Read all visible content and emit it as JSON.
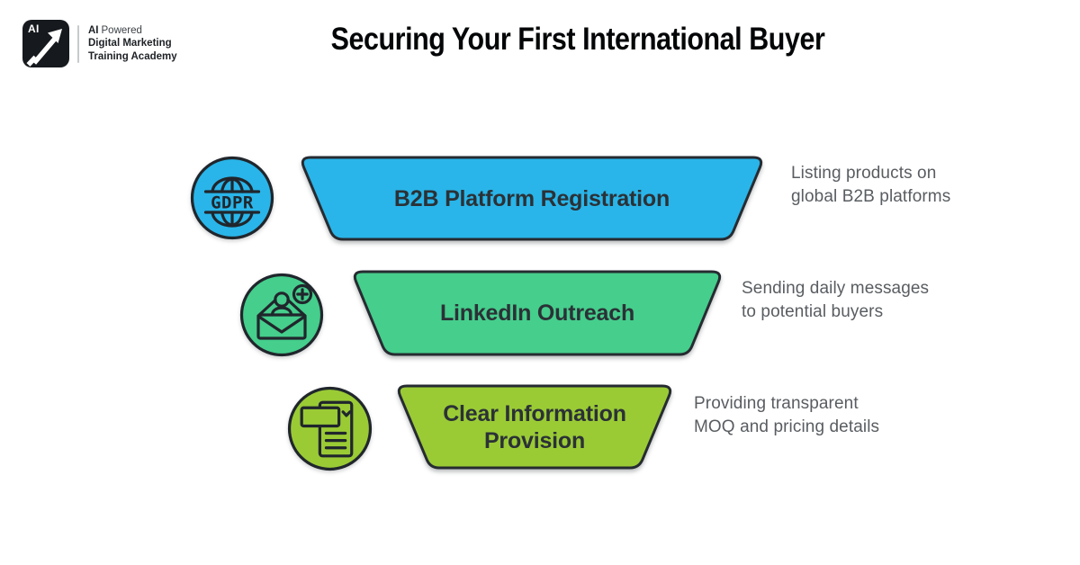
{
  "brand": {
    "mark_text": "AI",
    "tagline_bold": "AI",
    "tagline_rest": "Powered",
    "tagline_line2": "Digital Marketing",
    "tagline_line3": "Training Academy"
  },
  "title": "Securing Your First International Buyer",
  "funnel": {
    "outline_color": "#262B31",
    "label_color": "#2B3136",
    "description_color": "#595D61",
    "stages": [
      {
        "label": "B2B Platform Registration",
        "description_line1": "Listing products on",
        "description_line2": "global B2B platforms",
        "color": "#29B5E9",
        "icon": "gdpr-globe-icon",
        "icon_text": "GDPR"
      },
      {
        "label": "LinkedIn Outreach",
        "description_line1": "Sending daily messages",
        "description_line2": "to potential buyers",
        "color": "#45CE8C",
        "icon": "contact-add-mail-icon"
      },
      {
        "label": "Clear Information Provision",
        "description_line1": "Providing transparent",
        "description_line2": "MOQ and pricing details",
        "color": "#9ACB35",
        "icon": "document-details-icon"
      }
    ]
  }
}
